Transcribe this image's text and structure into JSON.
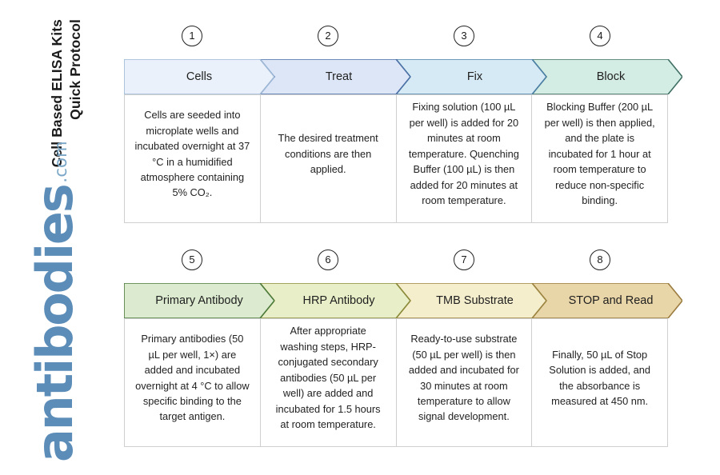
{
  "brand": {
    "title_line1": "Cell Based ELISA Kits",
    "title_line2": "Quick Protocol",
    "logo_text": "antibodies",
    "logo_suffix": ".com",
    "logo_color": "#5b8db8"
  },
  "rows": [
    {
      "row_id": "row-1",
      "steps": [
        {
          "number": "1",
          "title": "Cells",
          "fill": "#eaf1fa",
          "stroke": "#9db8d6",
          "body": "Cells are seeded into microplate wells and incubated overnight at 37 °C in a humidified atmosphere containing 5% CO₂."
        },
        {
          "number": "2",
          "title": "Treat",
          "fill": "#dde6f7",
          "stroke": "#4a6fa5",
          "body": "The desired treatment conditions are then applied."
        },
        {
          "number": "3",
          "title": "Fix",
          "fill": "#d6eaf5",
          "stroke": "#4a7fa5",
          "body": "Fixing solution (100 µL per well) is added for 20 minutes at room temperature. Quenching Buffer (100 µL) is then added for 20 minutes at room temperature."
        },
        {
          "number": "4",
          "title": "Block",
          "fill": "#d3ece4",
          "stroke": "#3f6f63",
          "body": "Blocking Buffer (200 µL per well) is then applied, and the plate is incubated for 1 hour at room temperature to reduce non-specific binding."
        }
      ]
    },
    {
      "row_id": "row-2",
      "steps": [
        {
          "number": "5",
          "title": "Primary Antibody",
          "fill": "#dcebd0",
          "stroke": "#4b7a3a",
          "body": "Primary antibodies (50 µL per well, 1×) are added and incubated overnight at 4 °C to allow specific binding to the target antigen."
        },
        {
          "number": "6",
          "title": "HRP Antibody",
          "fill": "#e8eec7",
          "stroke": "#8a8a39",
          "body": "After appropriate washing steps, HRP-conjugated secondary antibodies (50 µL per well) are added and incubated for 1.5 hours at room temperature."
        },
        {
          "number": "7",
          "title": "TMB Substrate",
          "fill": "#f5eecd",
          "stroke": "#9c8440",
          "body": "Ready-to-use substrate (50 µL per well) is then added and incubated for 30 minutes at room temperature to allow signal development."
        },
        {
          "number": "8",
          "title": "STOP and Read",
          "fill": "#e8d5a8",
          "stroke": "#9b7b3f",
          "body": "Finally, 50 µL of Stop Solution is added, and the absorbance is measured at 450 nm."
        }
      ]
    }
  ]
}
